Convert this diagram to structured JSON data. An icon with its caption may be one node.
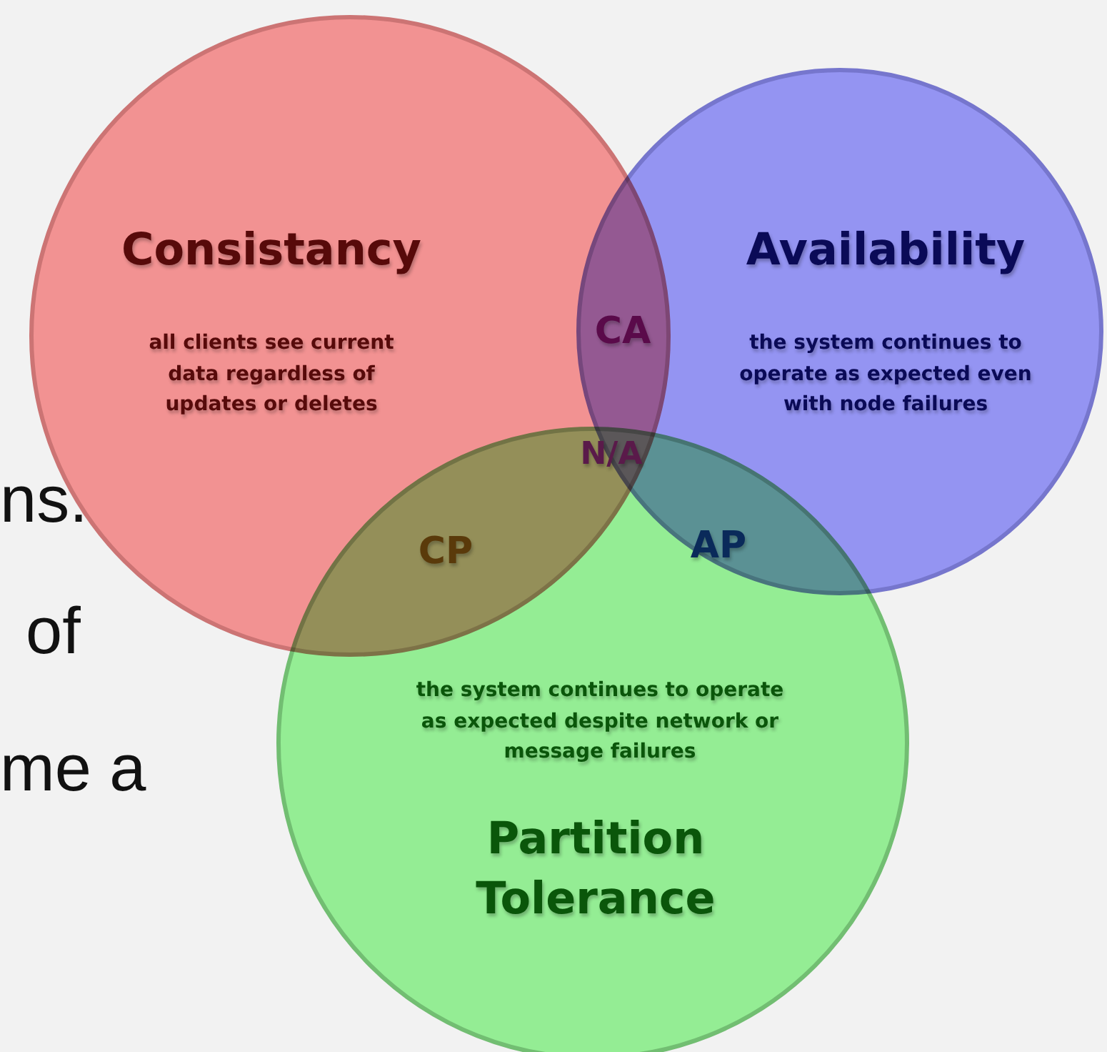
{
  "diagram": {
    "nodes": [
      {
        "text": [
          "Consistancy",
          "all clients see current data regardless of updates or deletes"
        ]
      },
      {
        "text": [
          "Availability",
          "the system continues to operate as expected even with node failures"
        ]
      },
      {
        "text": [
          "the system continues to operate as expected despite network or message failures",
          "Partition Tolerance"
        ]
      }
    ],
    "labels": [
      "CA",
      "N/A",
      "ns.",
      "CP",
      "AP",
      "of",
      "me a"
    ]
  }
}
